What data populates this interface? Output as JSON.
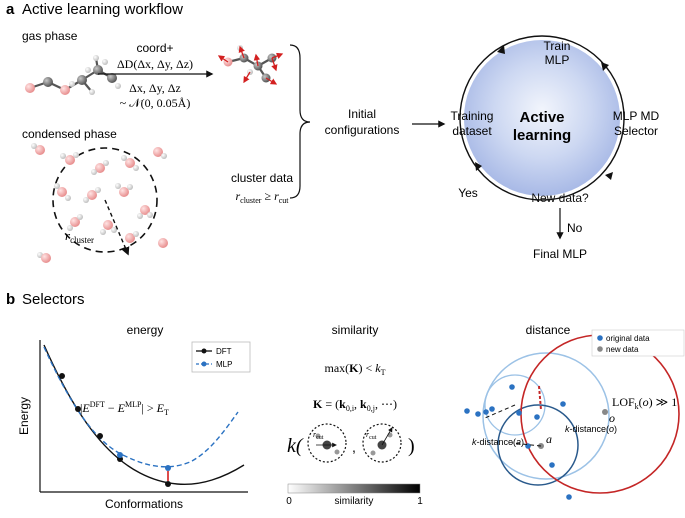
{
  "panel_a": {
    "letter": "a",
    "title": "Active learning workflow",
    "gas_phase_label": "gas phase",
    "condensed_phase_label": "condensed phase",
    "coord_line1": "coord+",
    "coord_line2": "ΔD(Δx, Δy, Δz)",
    "dist_line1": "Δx, Δy, Δz",
    "dist_line2": "~ 𝒩(0, 0.05Å)",
    "initial_line1": "Initial",
    "initial_line2": "configurations",
    "cluster_line1": "cluster data",
    "cluster_line2": "r cluster ≥ r cut",
    "rcluster_label": "r cluster",
    "cycle": {
      "center_line1": "Active",
      "center_line2": "learning",
      "train_line1": "Train",
      "train_line2": "MLP",
      "md_line1": "MLP MD",
      "md_line2": "Selector",
      "training_line1": "Training",
      "training_line2": "dataset",
      "new_data": "New data?",
      "yes": "Yes",
      "no": "No",
      "final": "Final MLP"
    }
  },
  "panel_b": {
    "letter": "b",
    "title": "Selectors",
    "energy": {
      "title": "energy",
      "ylabel": "Energy",
      "xlabel": "Conformations",
      "legend": [
        "DFT",
        "MLP"
      ],
      "formula": "|E^DFT − E^MLP| > E_T"
    },
    "similarity": {
      "title": "similarity",
      "formula1": "max(K) < k_T",
      "formula2": "K = (k0,i, k0,j, ⋯)",
      "kernel_label": "k(",
      "rcut": "r cut",
      "colorbar_min": "0",
      "colorbar_label": "similarity",
      "colorbar_max": "1"
    },
    "distance": {
      "title": "distance",
      "legend": [
        "original data",
        "new data"
      ],
      "lof": "LOF_k(o) ≫ 1",
      "kdist_o": "k-distance(o)",
      "kdist_a": "k-distance(a)",
      "point_o": "o",
      "point_a": "a"
    }
  },
  "colors": {
    "cycle_blue": "#b9c8ec",
    "mlp_blue": "#2b72c2",
    "red": "#c42626",
    "light_blue": "#9cc2e6",
    "navy": "#2a5a8c"
  }
}
